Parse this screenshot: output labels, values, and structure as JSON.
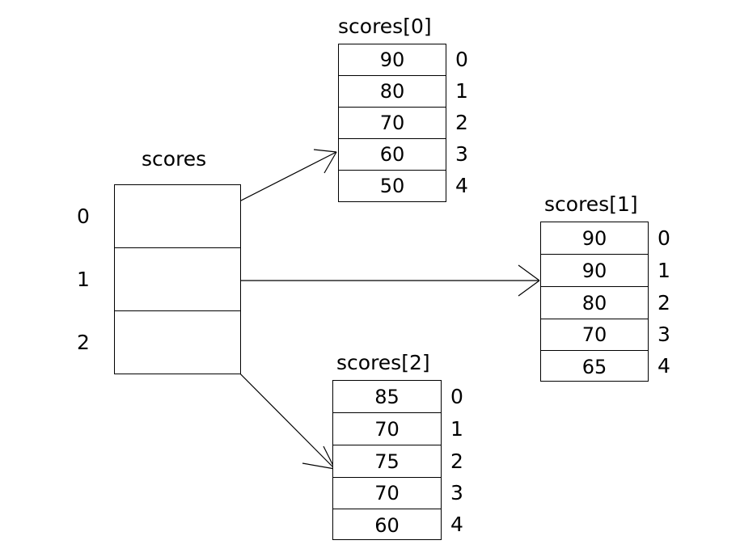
{
  "diagram": {
    "title_text": "scores",
    "background_color": "#ffffff",
    "line_color": "#000000",
    "text_color": "#000000"
  },
  "pointer_array": {
    "label": "scores",
    "indices": [
      "0",
      "1",
      "2"
    ],
    "cells": [
      "",
      "",
      ""
    ],
    "cell_count": 3
  },
  "sub_arrays": [
    {
      "label": "scores[0]",
      "indices": [
        "0",
        "1",
        "2",
        "3",
        "4"
      ],
      "values": [
        "90",
        "80",
        "70",
        "60",
        "50"
      ]
    },
    {
      "label": "scores[1]",
      "indices": [
        "0",
        "1",
        "2",
        "3",
        "4"
      ],
      "values": [
        "90",
        "90",
        "80",
        "70",
        "65"
      ]
    },
    {
      "label": "scores[2]",
      "indices": [
        "0",
        "1",
        "2",
        "3",
        "4"
      ],
      "values": [
        "85",
        "70",
        "75",
        "70",
        "60"
      ]
    }
  ],
  "arrows": [
    {
      "name": "pointer-0-to-scores0",
      "from_row": "0",
      "to_array": "scores[0]"
    },
    {
      "name": "pointer-1-to-scores1",
      "from_row": "1",
      "to_array": "scores[1]"
    },
    {
      "name": "pointer-2-to-scores2",
      "from_row": "2",
      "to_array": "scores[2]"
    }
  ]
}
